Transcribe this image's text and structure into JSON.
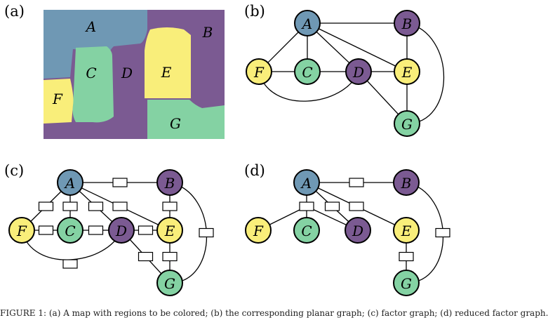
{
  "colors": {
    "A": "#6f98b4",
    "B": "#7b5a92",
    "C": "#84d2a3",
    "D": "#7b5a92",
    "E": "#f9ee7a",
    "F": "#f9ee7a",
    "G": "#84d2a3"
  },
  "panels": {
    "a": {
      "label": "(a)"
    },
    "b": {
      "label": "(b)"
    },
    "c": {
      "label": "(c)"
    },
    "d": {
      "label": "(d)"
    }
  },
  "regions": [
    {
      "id": "A",
      "label": "A"
    },
    {
      "id": "B",
      "label": "B"
    },
    {
      "id": "C",
      "label": "C"
    },
    {
      "id": "D",
      "label": "D"
    },
    {
      "id": "E",
      "label": "E"
    },
    {
      "id": "F",
      "label": "F"
    },
    {
      "id": "G",
      "label": "G"
    }
  ],
  "nodes": [
    {
      "id": "A",
      "label": "A"
    },
    {
      "id": "B",
      "label": "B"
    },
    {
      "id": "C",
      "label": "C"
    },
    {
      "id": "D",
      "label": "D"
    },
    {
      "id": "E",
      "label": "E"
    },
    {
      "id": "F",
      "label": "F"
    },
    {
      "id": "G",
      "label": "G"
    }
  ],
  "graph_edges": [
    [
      "A",
      "B"
    ],
    [
      "A",
      "F"
    ],
    [
      "A",
      "C"
    ],
    [
      "A",
      "D"
    ],
    [
      "A",
      "E"
    ],
    [
      "F",
      "C"
    ],
    [
      "C",
      "D"
    ],
    [
      "D",
      "E"
    ],
    [
      "D",
      "G"
    ],
    [
      "F",
      "D"
    ],
    [
      "B",
      "E"
    ],
    [
      "E",
      "G"
    ],
    [
      "B",
      "G"
    ]
  ],
  "factor_edges_d": [
    [
      "A",
      "B"
    ],
    [
      "A",
      "D"
    ],
    [
      "A",
      "E"
    ],
    [
      "E",
      "G"
    ],
    [
      "B",
      "G"
    ]
  ],
  "factor_hub_d": [
    "A",
    "F",
    "C",
    "D"
  ],
  "caption": "FIGURE 1: (a) A map with regions to be colored; (b) the corresponding planar graph; (c) factor graph; (d) reduced factor graph."
}
